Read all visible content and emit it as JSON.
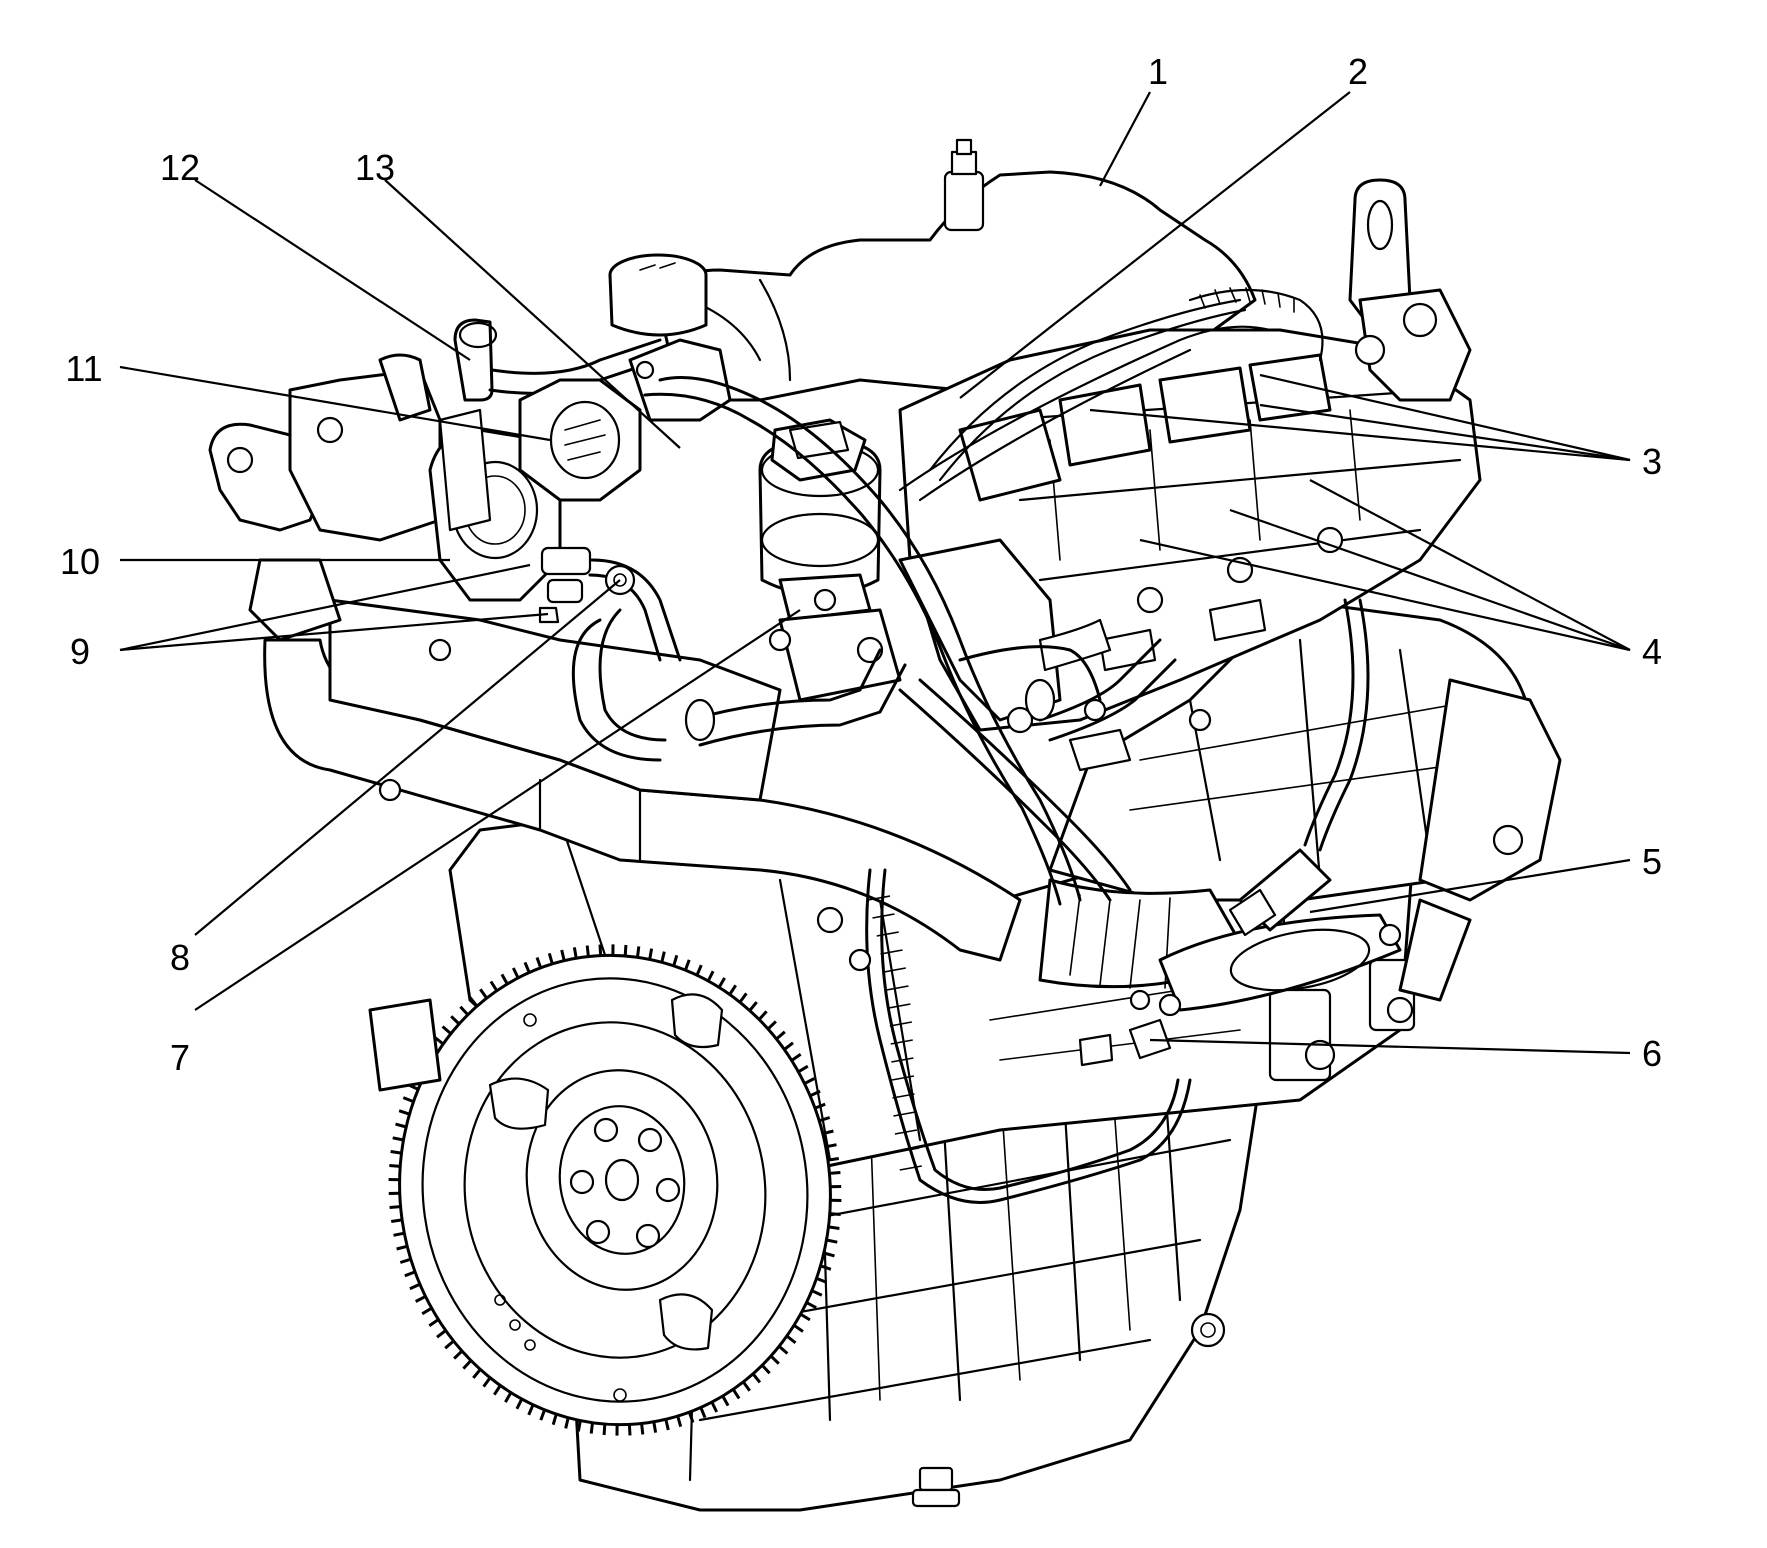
{
  "diagram": {
    "style": "black-and-white line drawing",
    "subject_icon": "engine-assembly-illustration",
    "callouts": [
      "1",
      "2",
      "3",
      "4",
      "5",
      "6",
      "7",
      "8",
      "9",
      "10",
      "11",
      "12",
      "13"
    ]
  }
}
